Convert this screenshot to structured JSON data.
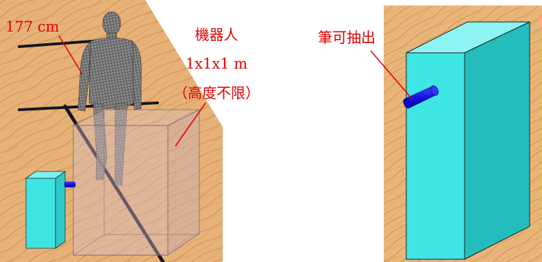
{
  "left_scene": {
    "height_label": "177 cm",
    "robot_label_line1": "機器人",
    "robot_label_line2": "1x1x1 m",
    "robot_label_line3": "（高度不限）"
  },
  "right_scene": {
    "pen_label": "筆可抽出"
  },
  "colors": {
    "annotation": "#e00000",
    "box_cyan": "#3fe6e6",
    "pen_blue": "#1010ee",
    "floor_wood": "#e6b174",
    "robot_volume": "#c9b2c2"
  }
}
